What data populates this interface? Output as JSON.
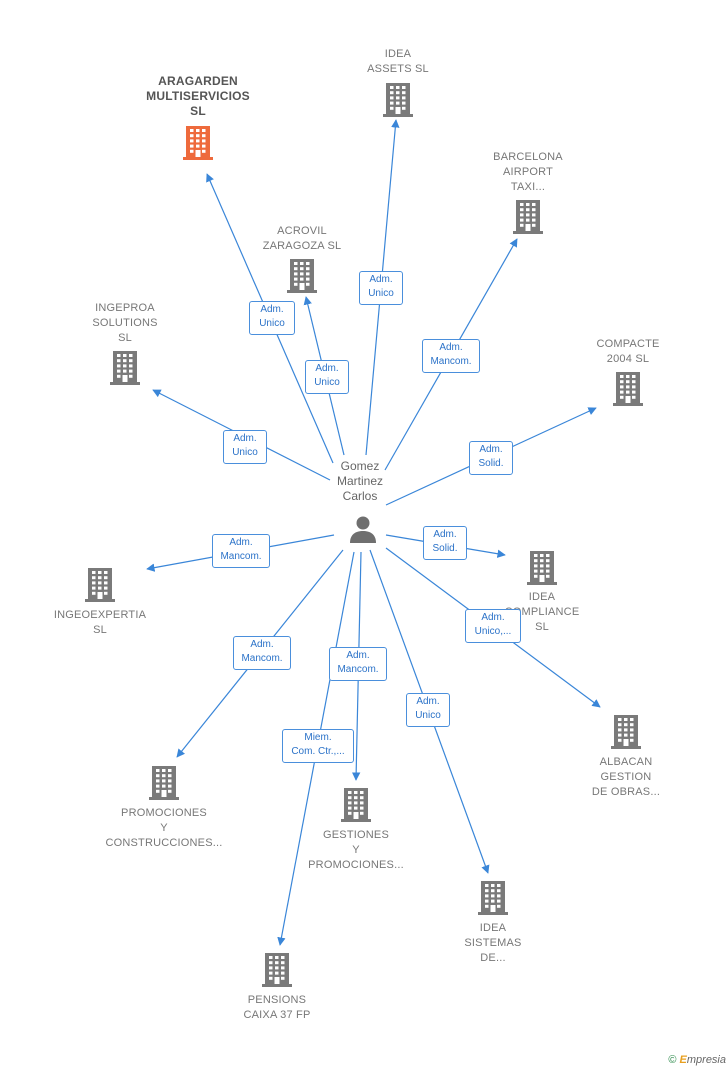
{
  "center": {
    "name": "Gomez\nMartinez\nCarlos"
  },
  "nodes": [
    {
      "id": "aragarden",
      "name": "ARAGARDEN\nMULTISERVICIOS\nSL",
      "highlight": true
    },
    {
      "id": "idea-assets",
      "name": "IDEA\nASSETS  SL"
    },
    {
      "id": "barcelona",
      "name": "BARCELONA\nAIRPORT\nTAXI..."
    },
    {
      "id": "acrovil",
      "name": "ACROVIL\nZARAGOZA SL"
    },
    {
      "id": "ingeproa",
      "name": "INGEPROA\nSOLUTIONS\nSL"
    },
    {
      "id": "compacte",
      "name": "COMPACTE\n2004 SL"
    },
    {
      "id": "ingeoexpertia",
      "name": "INGEOEXPERTIA\nSL"
    },
    {
      "id": "idea-compliance",
      "name": "IDEA\nCOMPLIANCE\nSL"
    },
    {
      "id": "albacan",
      "name": "ALBACAN\nGESTION\nDE OBRAS..."
    },
    {
      "id": "promociones",
      "name": "PROMOCIONES\nY\nCONSTRUCCIONES..."
    },
    {
      "id": "gestiones",
      "name": "GESTIONES\nY\nPROMOCIONES..."
    },
    {
      "id": "idea-sistemas",
      "name": "IDEA\nSISTEMAS\nDE..."
    },
    {
      "id": "pensions",
      "name": "PENSIONS\nCAIXA 37 FP"
    }
  ],
  "edges": [
    {
      "to": "aragarden",
      "label": "Adm.\nUnico"
    },
    {
      "to": "idea-assets",
      "label": "Adm.\nUnico"
    },
    {
      "to": "barcelona",
      "label": "Adm.\nMancom."
    },
    {
      "to": "acrovil",
      "label": "Adm.\nUnico"
    },
    {
      "to": "ingeproa",
      "label": "Adm.\nUnico"
    },
    {
      "to": "compacte",
      "label": "Adm.\nSolid."
    },
    {
      "to": "ingeoexpertia",
      "label": "Adm.\nMancom."
    },
    {
      "to": "idea-compliance",
      "label": "Adm.\nSolid."
    },
    {
      "to": "albacan",
      "label": "Adm.\nUnico,..."
    },
    {
      "to": "promociones",
      "label": "Adm.\nMancom."
    },
    {
      "to": "gestiones",
      "label": "Adm.\nMancom."
    },
    {
      "to": "idea-sistemas",
      "label": "Adm.\nUnico"
    },
    {
      "to": "pensions",
      "label": "Miem.\nCom. Ctr.,..."
    }
  ],
  "colors": {
    "edge": "#3a86d8",
    "building": "#7a7a7a",
    "highlight": "#ee6a3c",
    "person": "#6f6f6f"
  },
  "footer": {
    "copyright": "©",
    "brand_initial": "E",
    "brand_rest": "mpresia"
  }
}
